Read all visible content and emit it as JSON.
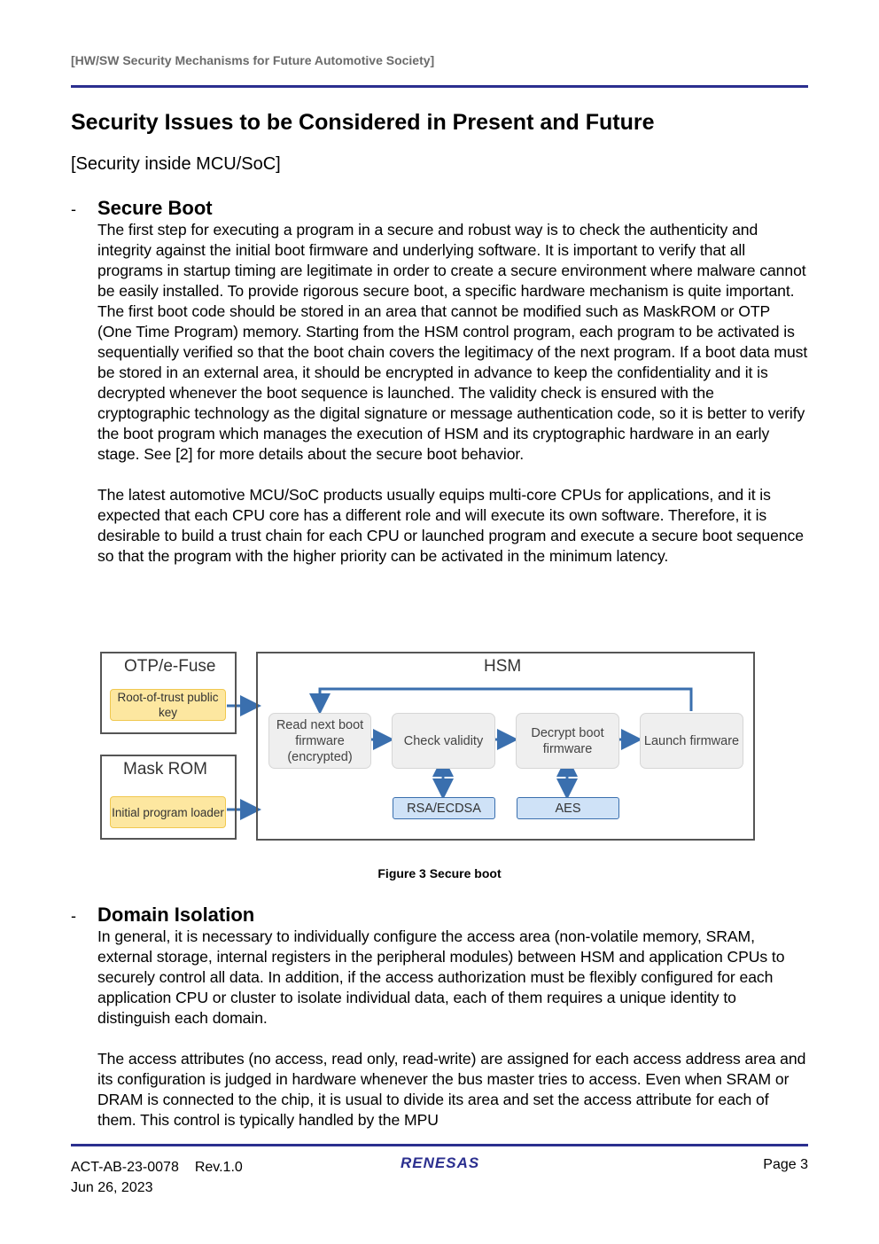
{
  "header": {
    "running_head": "[HW/SW Security Mechanisms for Future Automotive Society]"
  },
  "title": "Security Issues to be Considered in Present and Future",
  "subheading": "[Security inside MCU/SoC]",
  "sections": [
    {
      "bullet": "-",
      "title": "Secure Boot",
      "paragraphs": [
        "The first step for executing a program in a secure and robust way is to check the authenticity and integrity against the initial boot firmware and underlying software. It is important to verify that all programs in startup timing are legitimate in order to create a secure environment where malware cannot be easily installed. To provide rigorous secure boot, a specific hardware mechanism is quite important. The first boot code should be stored in an area that cannot be modified such as MaskROM or OTP (One Time Program) memory. Starting from the HSM control program, each program to be activated is sequentially verified so that the boot chain covers the legitimacy of the next program. If a boot data must be stored in an external area, it should be encrypted in advance to keep the confidentiality and it is decrypted whenever the boot sequence is launched. The validity check is ensured with the cryptographic technology as the digital signature or message authentication code, so it is better to verify the boot program which manages the execution of HSM and its cryptographic hardware in an early stage. See [2] for more details about the secure boot behavior.",
        "The latest automotive MCU/SoC products usually equips multi-core CPUs for applications, and it is expected that each CPU core has a different role and will execute its own software. Therefore, it is desirable to build a trust chain for each CPU or launched program and execute a secure boot sequence so that the program with the higher priority can be activated in the minimum latency."
      ]
    },
    {
      "bullet": "-",
      "title": "Domain Isolation",
      "paragraphs": [
        "In general, it is necessary to individually configure the access area (non-volatile memory, SRAM, external storage, internal registers in the peripheral modules) between HSM and application CPUs to securely control all data. In addition, if the access authorization must be flexibly configured for each application CPU or cluster to isolate individual data, each of them requires a unique identity to distinguish each domain.",
        "The access attributes (no access, read only, read-write) are assigned for each access address area and its configuration is judged in hardware whenever the bus master tries to access. Even when SRAM or DRAM is connected to the chip, it is usual to divide its area and set the access attribute for each of them. This control is typically handled by the MPU"
      ]
    }
  ],
  "figure": {
    "otp_title": "OTP/e-Fuse",
    "otp_key": "Root-of-trust public key",
    "rom_title": "Mask ROM",
    "rom_key": "Initial program loader",
    "hsm_title": "HSM",
    "steps": [
      "Read next boot firmware (encrypted)",
      "Check validity",
      "Decrypt boot firmware",
      "Launch firmware"
    ],
    "crypto": [
      "RSA/ECDSA",
      "AES"
    ],
    "caption": "Figure 3 Secure boot"
  },
  "footer": {
    "doc_id": "ACT-AB-23-0078",
    "rev": "Rev.1.0",
    "date": "Jun 26, 2023",
    "logo": "RENESAS",
    "page": "Page 3"
  },
  "colors": {
    "rule": "#2b2f8f",
    "arrow": "#3a6fae",
    "key_fill": "#fde7a0",
    "crypto_fill": "#cfe2f7"
  }
}
